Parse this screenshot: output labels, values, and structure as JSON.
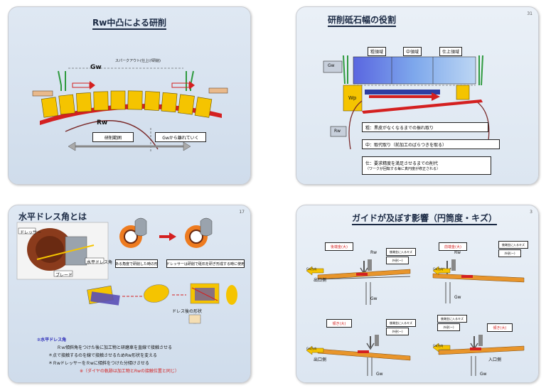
{
  "slide1": {
    "title": "Rw中凸による研削",
    "spark_label": "スパークアウト(仕上げ研削)",
    "gw": "Gw",
    "rw": "Rw",
    "range": "研削範囲",
    "leave": "Gwから離れていく"
  },
  "slide2": {
    "title": "研削砥石幅の役割",
    "page": "31",
    "rough": "粗領域",
    "medium": "中領域",
    "finish": "仕上領域",
    "gw": "Gw",
    "wp": "Wp",
    "rw": "Rw",
    "line1": "粗：黒皮がなくなるまでの振れ取り",
    "line2": "中：取代取り（前加工のばらつきを取る）",
    "line3": "仕：要求精度を満足させるまでの削代",
    "line3_sub": "（ワークが回転する毎に真円度が修正される）"
  },
  "slide3": {
    "title": "水平ドレス角とは",
    "page": "17",
    "cap1": "ある角度で研削した時の形",
    "cap2": "ドレッサーは研削で砥石を研ぎ形成する時に使用",
    "cap_small": "ドレス後の形状",
    "label_dresser": "ドレッサー",
    "label_blade": "ブレード",
    "label_angle": "水平ドレス角",
    "list_title": "②水平ドレス角",
    "list1": "Ｒｗ傾斜角をつけた後に加工物と研磨車を直線で接触させる",
    "list2": "＊点で接触するのを線で接触させるためRw形状を変える",
    "list3": "＊ＲwドレッサーをＲwに傾斜をつけた分傾けさせる",
    "list4": "※（ダイヤの軌跡は加工物とRwの接触位置と同じ）"
  },
  "slide4": {
    "title": "ガイドが及ぼす影響（円筒度・キズ）",
    "page": "3",
    "p1_tag": "後端金(大)",
    "p1_note": "後端金に入るキズ",
    "p1_note2": "外径(ー)",
    "p1_out": "出口側",
    "p2_tag": "前端金(大)",
    "p2_note": "後端金に入るキズ",
    "p2_note2": "外径(ー)",
    "p3_tag": "傾き(大)",
    "p3_note": "後端金に入るキズ",
    "p3_note2": "外径(ー)",
    "p3_out": "出口側",
    "p4_tag": "傾き(大)",
    "p4_note": "後端金に入るキズ",
    "p4_note2": "外径(ー)",
    "p4_in": "入口側",
    "rw": "Rw",
    "gw": "Gw",
    "arrow_a": "Gw方向",
    "arrow_b": "Gw方向",
    "arrow_c": "Gw方向",
    "arrow_d": "Gw方向"
  },
  "colors": {
    "accent_red": "#d42020",
    "rw_red": "#d42020",
    "work_yellow": "#f5c400",
    "gw_green": "#2e9a3e"
  }
}
